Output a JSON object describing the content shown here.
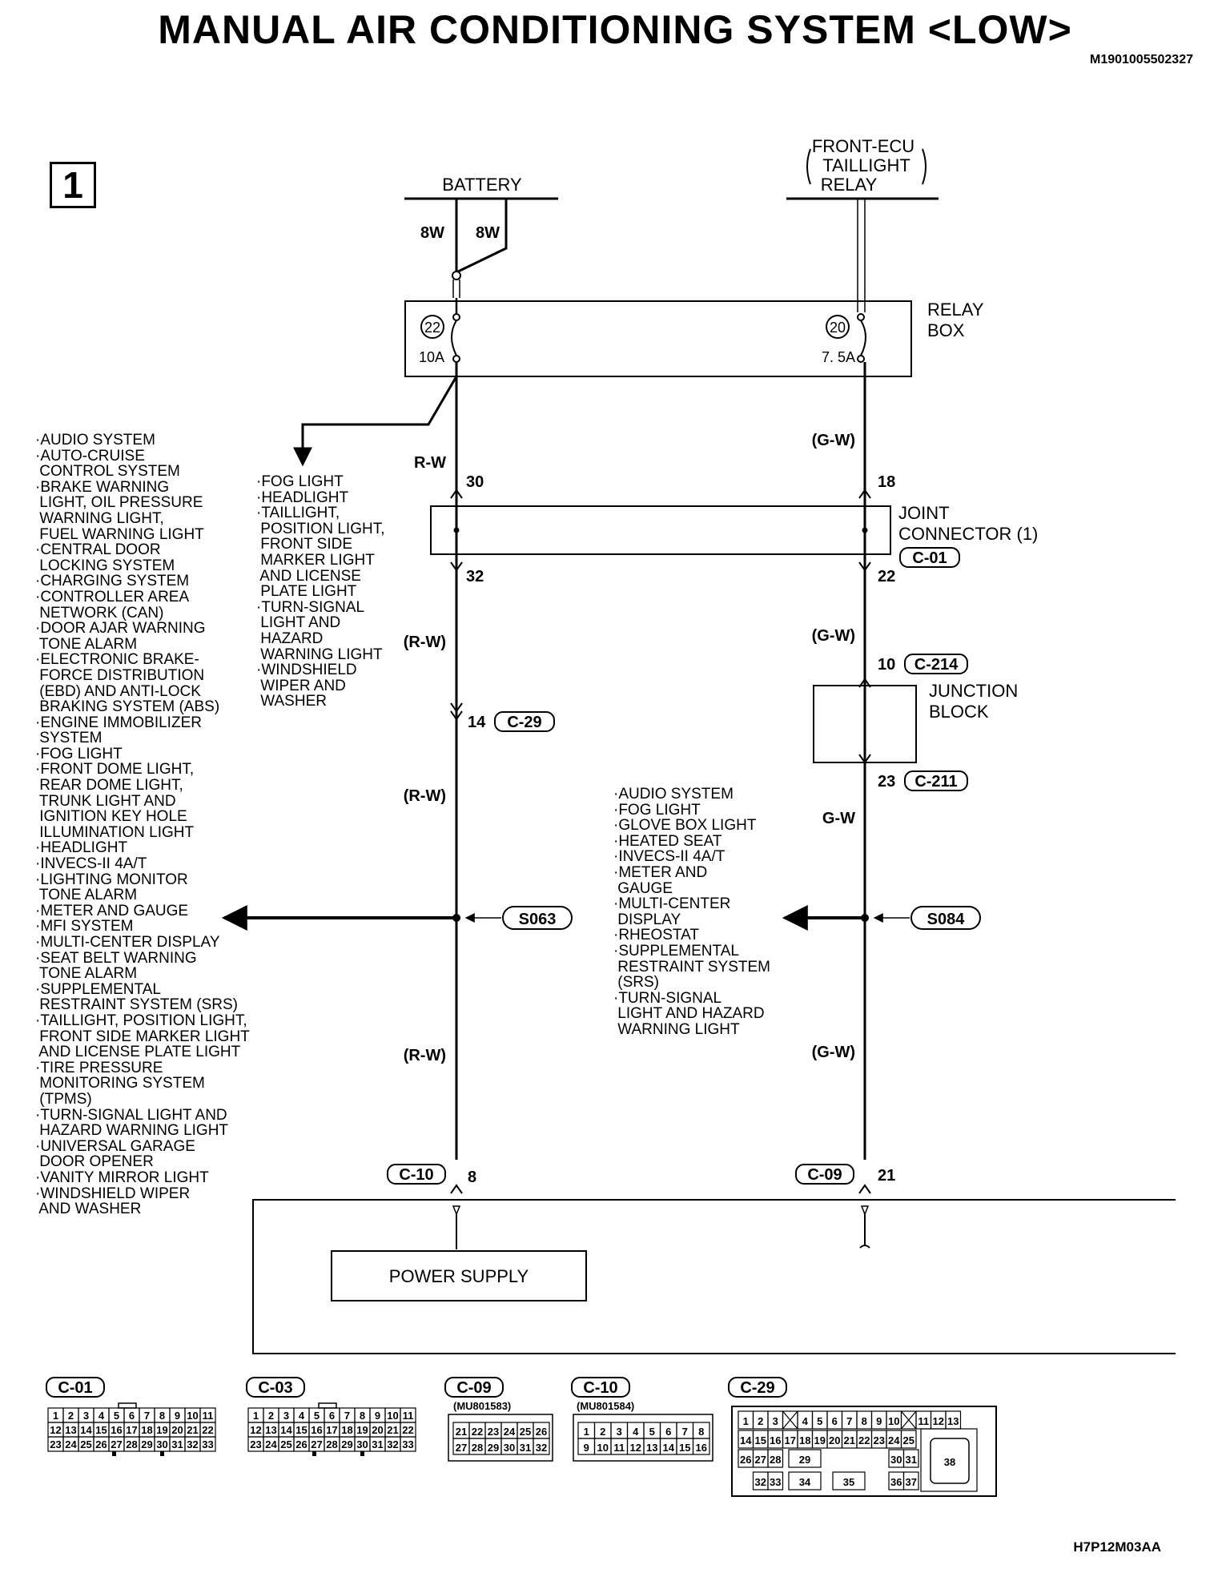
{
  "header": {
    "title": "MANUAL AIR CONDITIONING SYSTEM <LOW>",
    "doc_id": "M1901005502327",
    "page_number": "1",
    "footer_code": "H7P12M03AA"
  },
  "sources": {
    "battery": "BATTERY",
    "front_ecu": [
      "FRONT-ECU",
      "TAILLIGHT",
      "RELAY"
    ]
  },
  "wires": {
    "battery_left": "8W",
    "battery_right": "8W",
    "left_rw": "R-W",
    "left_rw_p": "(R-W)",
    "right_gw_p": "(G-W)",
    "right_gw": "G-W"
  },
  "relay_box": {
    "label": [
      "RELAY",
      "BOX"
    ],
    "fuse_left_no": "22",
    "fuse_left_amp": "10A",
    "fuse_right_no": "20",
    "fuse_right_amp": "7. 5A"
  },
  "joint_connector": {
    "label": [
      "JOINT",
      "CONNECTOR (1)"
    ],
    "code": "C-01",
    "pin_left_in": "30",
    "pin_left_out": "32",
    "pin_right_in": "18",
    "pin_right_out": "22"
  },
  "junction_block": {
    "label": [
      "JUNCTION",
      "BLOCK"
    ],
    "pin_in": "10",
    "code_in": "C-214",
    "pin_out": "23",
    "code_out": "C-211"
  },
  "connectors": {
    "c29_pin": "14",
    "c29_code": "C-29",
    "s063": "S063",
    "s084": "S084",
    "c10_code": "C-10",
    "c10_pin": "8",
    "c09_code": "C-09",
    "c09_pin": "21"
  },
  "power_supply": "POWER SUPPLY",
  "lists": {
    "left_systems": [
      "·AUDIO SYSTEM",
      "·AUTO-CRUISE",
      " CONTROL SYSTEM",
      "·BRAKE WARNING",
      " LIGHT, OIL PRESSURE",
      " WARNING LIGHT,",
      " FUEL WARNING LIGHT",
      "·CENTRAL DOOR",
      " LOCKING SYSTEM",
      "·CHARGING SYSTEM",
      "·CONTROLLER AREA",
      " NETWORK (CAN)",
      "·DOOR AJAR WARNING",
      " TONE ALARM",
      "·ELECTRONIC BRAKE-",
      " FORCE DISTRIBUTION",
      " (EBD) AND ANTI-LOCK",
      " BRAKING SYSTEM (ABS)",
      "·ENGINE IMMOBILIZER",
      " SYSTEM",
      "·FOG LIGHT",
      "·FRONT DOME LIGHT,",
      " REAR DOME LIGHT,",
      " TRUNK LIGHT AND",
      " IGNITION KEY HOLE",
      " ILLUMINATION LIGHT",
      "·HEADLIGHT",
      "·INVECS-II 4A/T",
      "·LIGHTING MONITOR",
      " TONE ALARM",
      "·METER AND GAUGE",
      "·MFI SYSTEM",
      "·MULTI-CENTER DISPLAY",
      "·SEAT BELT WARNING",
      " TONE ALARM",
      "·SUPPLEMENTAL",
      " RESTRAINT SYSTEM (SRS)",
      "·TAILLIGHT, POSITION LIGHT,",
      " FRONT SIDE MARKER LIGHT",
      " AND LICENSE PLATE LIGHT",
      "·TIRE PRESSURE",
      " MONITORING SYSTEM",
      " (TPMS)",
      "·TURN-SIGNAL LIGHT AND",
      " HAZARD WARNING LIGHT",
      "·UNIVERSAL GARAGE",
      " DOOR OPENER",
      "·VANITY MIRROR LIGHT",
      "·WINDSHIELD WIPER",
      " AND WASHER"
    ],
    "relay_branch": [
      "·FOG LIGHT",
      "·HEADLIGHT",
      "·TAILLIGHT,",
      " POSITION LIGHT,",
      " FRONT SIDE",
      " MARKER LIGHT",
      " AND LICENSE",
      " PLATE LIGHT",
      "·TURN-SIGNAL",
      " LIGHT AND",
      " HAZARD",
      " WARNING LIGHT",
      "·WINDSHIELD",
      " WIPER AND",
      " WASHER"
    ],
    "right_systems": [
      "·AUDIO SYSTEM",
      "·FOG LIGHT",
      "·GLOVE BOX LIGHT",
      "·HEATED SEAT",
      "·INVECS-II 4A/T",
      "·METER AND",
      " GAUGE",
      "·MULTI-CENTER",
      " DISPLAY",
      "·RHEOSTAT",
      "·SUPPLEMENTAL",
      " RESTRAINT SYSTEM",
      " (SRS)",
      "·TURN-SIGNAL",
      " LIGHT AND HAZARD",
      " WARNING LIGHT"
    ]
  },
  "connector_faces": {
    "c01": {
      "code": "C-01",
      "rows": [
        [
          "1",
          "2",
          "3",
          "4",
          "5",
          "6",
          "7",
          "8",
          "9",
          "10",
          "11"
        ],
        [
          "12",
          "13",
          "14",
          "15",
          "16",
          "17",
          "18",
          "19",
          "20",
          "21",
          "22"
        ],
        [
          "23",
          "24",
          "25",
          "26",
          "27",
          "28",
          "29",
          "30",
          "31",
          "32",
          "33"
        ]
      ]
    },
    "c03": {
      "code": "C-03",
      "rows": [
        [
          "1",
          "2",
          "3",
          "4",
          "5",
          "6",
          "7",
          "8",
          "9",
          "10",
          "11"
        ],
        [
          "12",
          "13",
          "14",
          "15",
          "16",
          "17",
          "18",
          "19",
          "20",
          "21",
          "22"
        ],
        [
          "23",
          "24",
          "25",
          "26",
          "27",
          "28",
          "29",
          "30",
          "31",
          "32",
          "33"
        ]
      ]
    },
    "c09": {
      "code": "C-09",
      "part": "(MU801583)",
      "rows": [
        [
          "21",
          "22",
          "23",
          "24",
          "25",
          "26"
        ],
        [
          "27",
          "28",
          "29",
          "30",
          "31",
          "32"
        ]
      ]
    },
    "c10": {
      "code": "C-10",
      "part": "(MU801584)",
      "rows": [
        [
          "1",
          "2",
          "3",
          "4",
          "5",
          "6",
          "7",
          "8"
        ],
        [
          "9",
          "10",
          "11",
          "12",
          "13",
          "14",
          "15",
          "16"
        ]
      ]
    },
    "c29": {
      "code": "C-29",
      "row1": [
        "1",
        "2",
        "3",
        "",
        "4",
        "5",
        "6",
        "7",
        "8",
        "9",
        "10",
        "",
        "11",
        "12",
        "13"
      ],
      "row2": [
        "14",
        "15",
        "16",
        "17",
        "18",
        "19",
        "20",
        "21",
        "22",
        "23",
        "24",
        "25"
      ],
      "row3": [
        "26",
        "27",
        "28",
        "29",
        "30",
        "31"
      ],
      "row4": [
        "32",
        "33",
        "34",
        "35",
        "36",
        "37"
      ],
      "big": "38"
    }
  }
}
